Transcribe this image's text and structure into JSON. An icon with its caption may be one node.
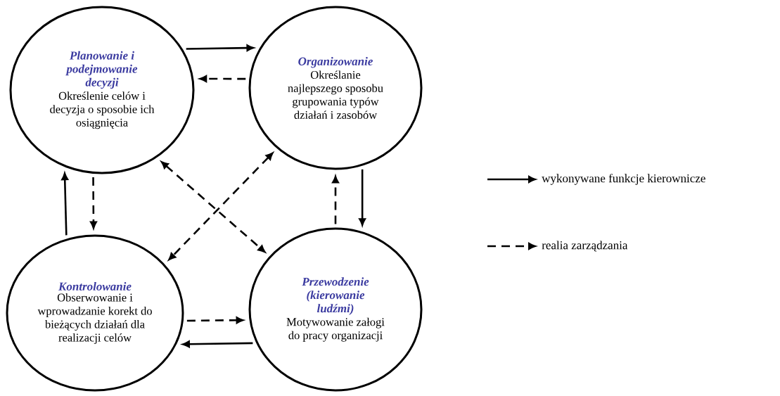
{
  "diagram": {
    "nodes": [
      {
        "text": [
          "Planowanie i podejmowanie decyzji",
          "Określenie celów i decyzja o sposobie ich osiągnięcia"
        ]
      },
      {
        "text": [
          "Organizowanie",
          "Określanie najlepszego sposobu grupowania typów działań i zasobów"
        ]
      },
      {
        "text": [
          "Kontrolowanie",
          "Obserwowanie i wprowadzanie korekt do bieżących działań dla realizacji celów"
        ]
      },
      {
        "text": [
          "Przewodzenie (kierowanie ludźmi)",
          "Motywowanie załogi do pracy organizacji"
        ]
      }
    ],
    "edges": [
      {
        "from": 0,
        "to": 1,
        "arrow": "to"
      },
      {
        "from": 1,
        "to": 0,
        "arrow": "to",
        "style": "dashed"
      },
      {
        "from": 1,
        "to": 3,
        "arrow": "to"
      },
      {
        "from": 3,
        "to": 1,
        "arrow": "to",
        "style": "dashed"
      },
      {
        "from": 3,
        "to": 2,
        "arrow": "to"
      },
      {
        "from": 2,
        "to": 3,
        "arrow": "to",
        "style": "dashed"
      },
      {
        "from": 2,
        "to": 0,
        "arrow": "to"
      },
      {
        "from": 0,
        "to": 2,
        "arrow": "to",
        "style": "dashed"
      },
      {
        "from": 0,
        "to": 3,
        "arrow": "both",
        "style": "dashed"
      },
      {
        "from": 1,
        "to": 2,
        "arrow": "both",
        "style": "dashed"
      }
    ],
    "legend": [
      {
        "text": "wykonywane funkcje kierownicze"
      },
      {
        "text": "realia zarządzania"
      }
    ]
  }
}
